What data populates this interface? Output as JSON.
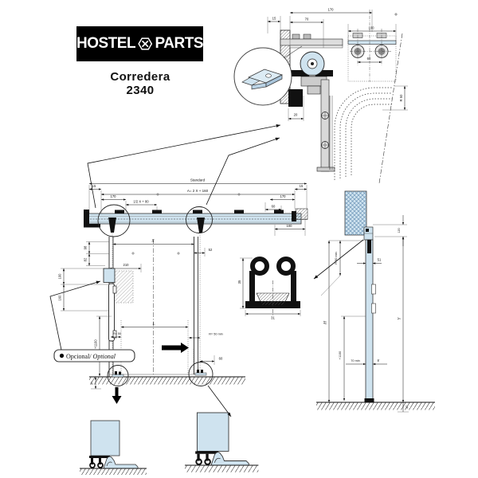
{
  "brand": {
    "name_left": "HOSTEL",
    "name_right": "PARTS"
  },
  "product": {
    "line1": "Corredera",
    "line2": "2340"
  },
  "colors": {
    "panel_blue": "#cfe3ef",
    "black": "#111111"
  },
  "top_detail": {
    "d15": "15",
    "d70": "70",
    "d170": "170",
    "d100": "100",
    "d60": "60",
    "d20": "20",
    "r50": "R 50"
  },
  "plan": {
    "standard": "Standard",
    "formula_a": "A= 2 X + 160",
    "d15_left": "15",
    "d15_right": "15",
    "d170_left": "170",
    "d170_right": "170",
    "formula_half": "1/2 X + 80",
    "d60": "60",
    "d100": "100"
  },
  "elevation": {
    "x": "X",
    "d98": "98",
    "d82": "82",
    "d210": "210",
    "d100": "100",
    "d160": "160",
    "d52": "52",
    "plus1100": "+1100",
    "r50": "R= 50",
    "l": "L",
    "r50_min": "R= 50 min",
    "d60": "60",
    "d37": "37"
  },
  "optional_label": {
    "es": "Opcional/",
    "en": " Optional"
  },
  "profile": {
    "d35": "35",
    "d31": "31"
  },
  "section": {
    "d120": "120",
    "r50_min": "R 50 min",
    "d51": "51",
    "h": "H",
    "y": "Y",
    "e": "E",
    "plus1100": "+1100",
    "d70_min": "70 min",
    "d37": "37"
  }
}
